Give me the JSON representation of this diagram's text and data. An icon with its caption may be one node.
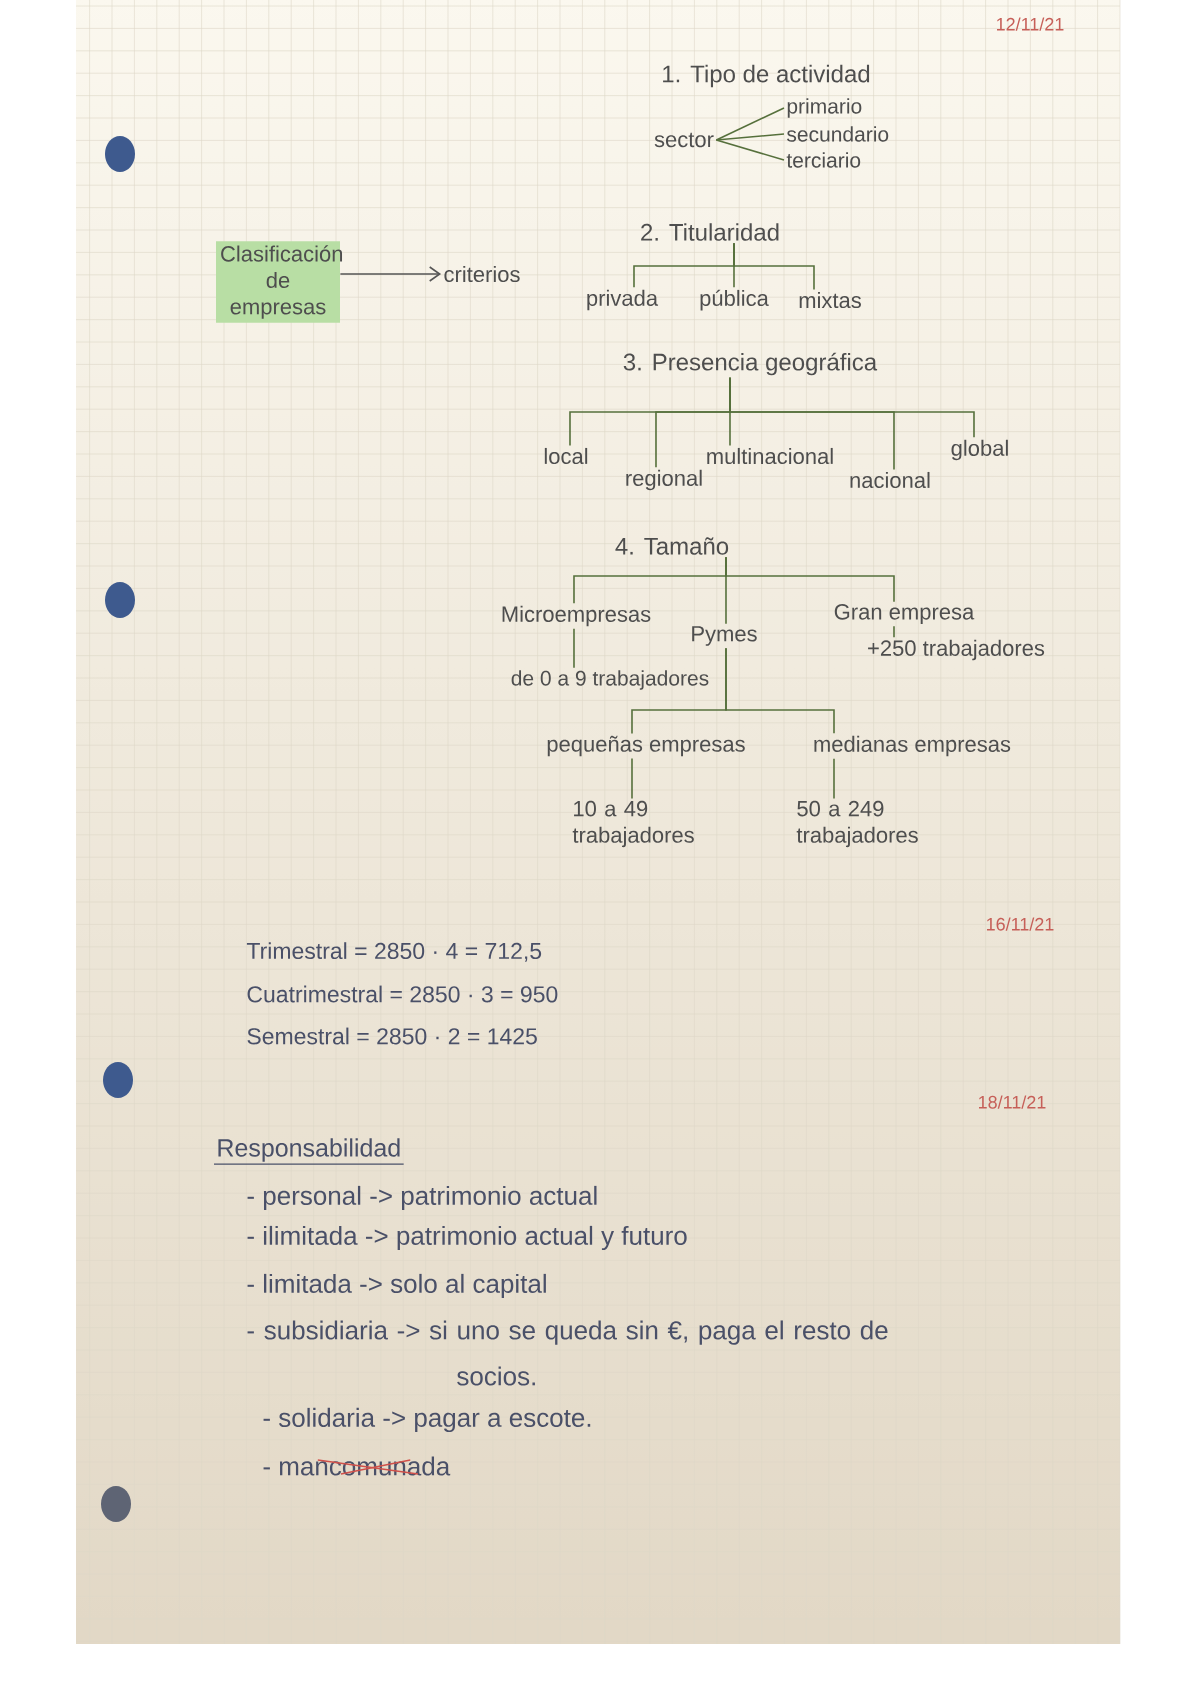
{
  "diagram": {
    "nodes": [
      {
        "text": [
          "sector"
        ]
      },
      {
        "text": [
          "primario"
        ]
      },
      {
        "text": [
          "secundario"
        ]
      },
      {
        "text": [
          "terciario"
        ]
      },
      {
        "text": [
          "Clasificación de empresas"
        ]
      },
      {
        "text": [
          "criterios"
        ]
      },
      {
        "text": [
          "2. Titularidad"
        ]
      },
      {
        "text": [
          "privada"
        ]
      },
      {
        "text": [
          "pública"
        ]
      },
      {
        "text": [
          "mixtas"
        ]
      },
      {
        "text": [
          "3. Presencia geográfica"
        ]
      },
      {
        "text": [
          "local"
        ]
      },
      {
        "text": [
          "regional"
        ]
      },
      {
        "text": [
          "multinacional"
        ]
      },
      {
        "text": [
          "nacional"
        ]
      },
      {
        "text": [
          "global"
        ]
      },
      {
        "text": [
          "4. Tamaño"
        ]
      },
      {
        "text": [
          "Microempresas"
        ]
      },
      {
        "text": [
          "Pymes"
        ]
      },
      {
        "text": [
          "Gran empresa"
        ]
      },
      {
        "text": [
          "de 0 a 9 trabajadores"
        ]
      },
      {
        "text": [
          "+250 trabajadores"
        ]
      },
      {
        "text": [
          "pequeñas empresas"
        ]
      },
      {
        "text": [
          "medianas empresas"
        ]
      },
      {
        "text": [
          "10 a 49 trabajadores"
        ]
      },
      {
        "text": [
          "50 a 249 trabajadores"
        ]
      }
    ],
    "edges": [
      {
        "from": 0,
        "to": 1,
        "arrow": "none"
      },
      {
        "from": 0,
        "to": 2,
        "arrow": "none"
      },
      {
        "from": 0,
        "to": 3,
        "arrow": "none"
      },
      {
        "from": 4,
        "to": 5,
        "arrow": "to",
        "color": "#555555"
      },
      {
        "from": 6,
        "to": 7,
        "arrow": "none"
      },
      {
        "from": 6,
        "to": 8,
        "arrow": "none"
      },
      {
        "from": 6,
        "to": 9,
        "arrow": "none"
      },
      {
        "from": 10,
        "to": 11,
        "arrow": "none"
      },
      {
        "from": 10,
        "to": 12,
        "arrow": "none"
      },
      {
        "from": 10,
        "to": 13,
        "arrow": "none"
      },
      {
        "from": 10,
        "to": 14,
        "arrow": "none"
      },
      {
        "from": 10,
        "to": 15,
        "arrow": "none"
      },
      {
        "from": 16,
        "to": 17,
        "arrow": "none"
      },
      {
        "from": 16,
        "to": 18,
        "arrow": "none"
      },
      {
        "from": 16,
        "to": 19,
        "arrow": "none"
      },
      {
        "from": 17,
        "to": 20,
        "arrow": "none"
      },
      {
        "from": 19,
        "to": 21,
        "arrow": "none"
      },
      {
        "from": 18,
        "to": 22,
        "arrow": "none"
      },
      {
        "from": 18,
        "to": 23,
        "arrow": "none"
      },
      {
        "from": 22,
        "to": 24,
        "arrow": "none"
      },
      {
        "from": 23,
        "to": 25,
        "arrow": "none"
      }
    ],
    "labels": [
      "12/11/21",
      "1. Tipo de actividad",
      "16/11/21",
      "Trimestral = 2850 · 4 = 712,5",
      "Cuatrimestral = 2850 · 3 = 950",
      "Semestral = 2850 · 2 = 1425",
      "18/11/21",
      "Responsabilidad",
      "- personal -> patrimonio actual",
      "- ilimitada -> patrimonio actual y futuro",
      "- limitada -> solo al capital",
      "- subsidiaria -> si uno se queda sin €, paga el resto de socios.",
      "- solidaria -> pagar a escote.",
      "- mancomunada"
    ]
  }
}
